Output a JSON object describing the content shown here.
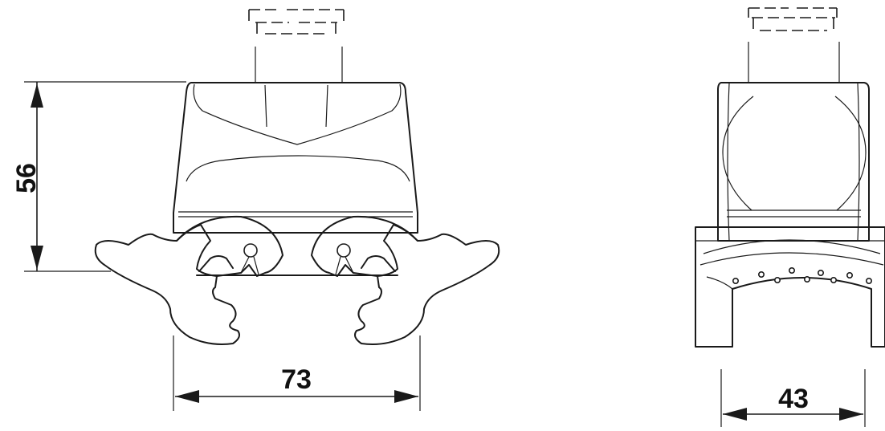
{
  "dimensions": {
    "height_front": "56",
    "width_front": "73",
    "width_side": "43"
  }
}
